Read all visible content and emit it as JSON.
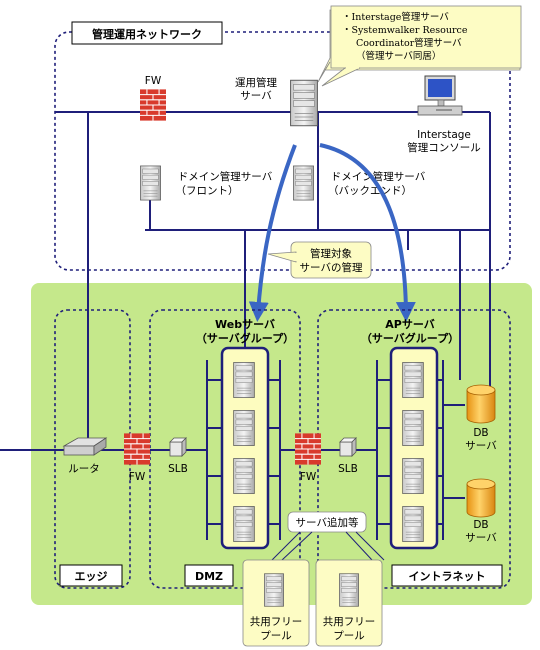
{
  "mgmt_zone": {
    "title": "管理運用ネットワーク"
  },
  "callout_top": {
    "line1": "・Interstage管理サーバ",
    "line2": "・Systemwalker Resource",
    "line3": "Coordinator管理サーバ",
    "line4": "（管理サーバ同居）"
  },
  "fw_top": {
    "label": "FW"
  },
  "ops_server": {
    "line1": "運用管理",
    "line2": "サーバ"
  },
  "console": {
    "line1": "Interstage",
    "line2": "管理コンソール"
  },
  "domain_front": {
    "line1": "ドメイン管理サーバ",
    "line2": "（フロント）"
  },
  "domain_back": {
    "line1": "ドメイン管理サーバ",
    "line2": "（バックエンド）"
  },
  "callout_mid": {
    "line1": "管理対象",
    "line2": "サーバの管理"
  },
  "web_group": {
    "line1": "Webサーバ",
    "line2": "（サーバグループ）"
  },
  "ap_group": {
    "line1": "APサーバ",
    "line2": "（サーバグループ）"
  },
  "router": {
    "label": "ルータ"
  },
  "fw1": {
    "label": "FW"
  },
  "fw2": {
    "label": "FW"
  },
  "slb1": {
    "label": "SLB"
  },
  "slb2": {
    "label": "SLB"
  },
  "db1": {
    "line1": "DB",
    "line2": "サーバ"
  },
  "db2": {
    "line1": "DB",
    "line2": "サーバ"
  },
  "callout_add": {
    "label": "サーバ追加等"
  },
  "zones": {
    "edge": "エッジ",
    "dmz": "DMZ",
    "intranet": "イントラネット"
  },
  "pool1": {
    "line1": "共用フリー",
    "line2": "プール"
  },
  "pool2": {
    "line1": "共用フリー",
    "line2": "プール"
  },
  "colors": {
    "zone_green": "#c5e88b",
    "line_navy": "#1f1f7a",
    "arrow_blue": "#3a66c4",
    "callout_fill": "#fdfcc4",
    "group_fill": "#fdfcbf",
    "firewall_red": "#d83a2c",
    "db_orange": "#f2a91f"
  }
}
